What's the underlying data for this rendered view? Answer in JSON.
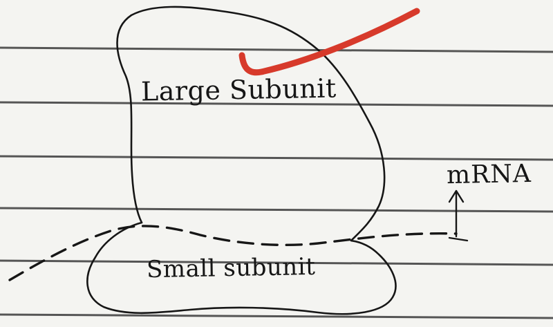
{
  "labels": {
    "large_subunit": "Large Subunit",
    "small_subunit": "Small subunit",
    "mrna": "mRNA"
  },
  "colors": {
    "paper": "#f4f4f1",
    "ruled_line": "#3a3a3a",
    "ink": "#161616",
    "check_mark": "#d73a2b"
  },
  "icons": {
    "pointer": "up-arrow-icon",
    "grading_mark": "check-mark-icon"
  }
}
